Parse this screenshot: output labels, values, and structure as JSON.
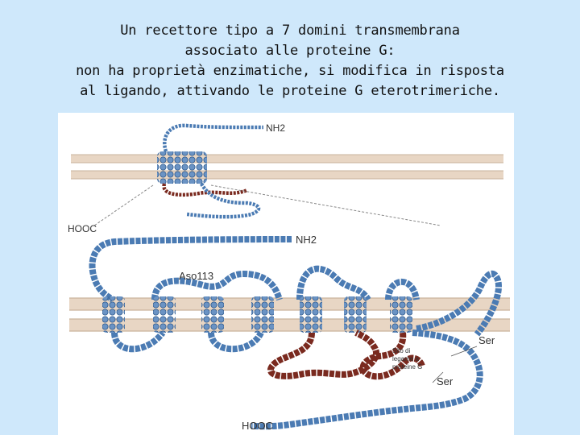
{
  "title": {
    "lines": [
      "Un recettore tipo a 7 domini transmembrana",
      "associato alle proteine G:",
      "non ha proprietà enzimatiche, si modifica in risposta",
      "al ligando, attivando le proteine G eterotrimeriche."
    ]
  },
  "figure": {
    "labels": {
      "small_nh2": "NH2",
      "small_hooc": "HOOC",
      "large_nh2": "NH2",
      "aso": "Aso113",
      "ser_top": "Ser",
      "binding_site_1": "Sito di",
      "binding_site_2": "legame a",
      "binding_site_3": "proteine G",
      "ser_bottom": "Ser",
      "large_hooc": "HOOC"
    },
    "colors": {
      "membrane": "#e8d6c4",
      "membrane_edge": "#c9b39c",
      "chain_blue": "#3f6fa6",
      "chain_blue_light": "#6a93c4",
      "chain_red": "#7a2a1f"
    }
  }
}
